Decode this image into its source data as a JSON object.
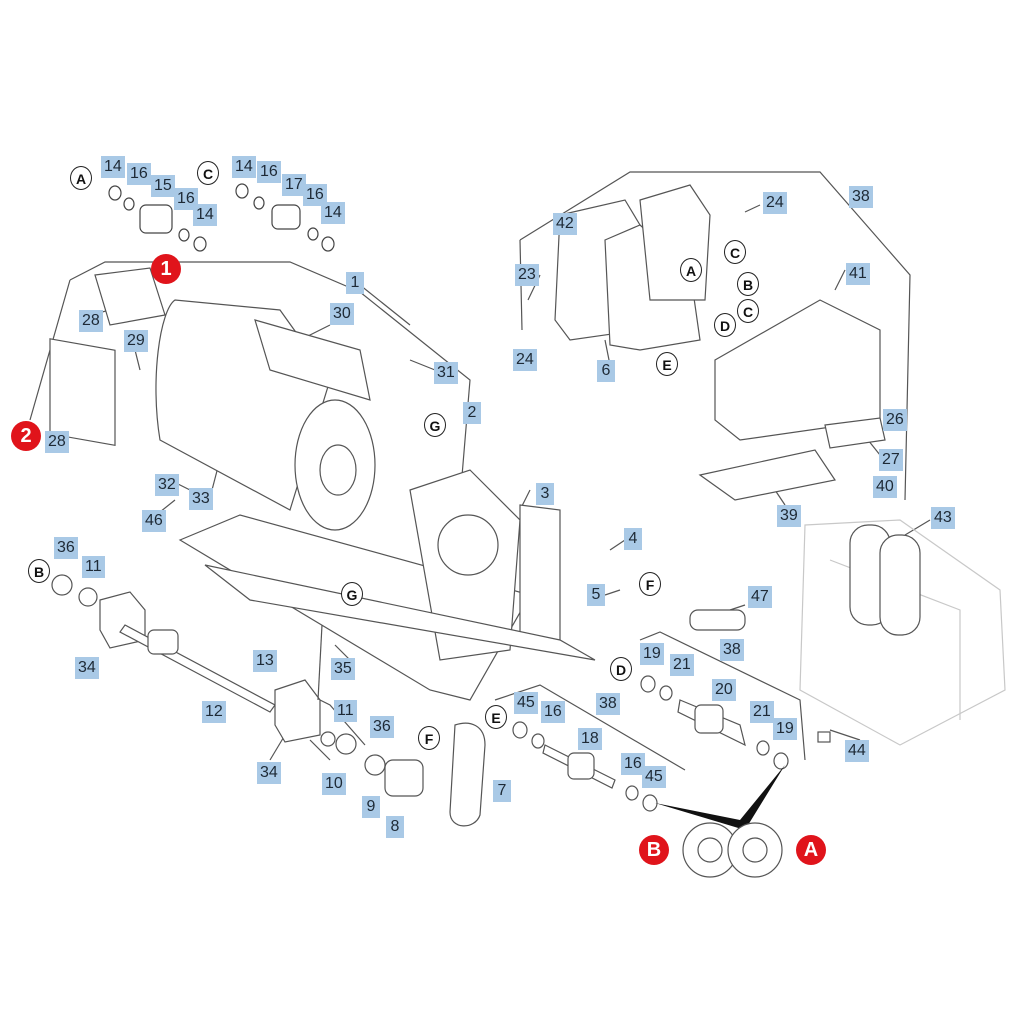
{
  "colors": {
    "label_bg": "#a9c9e6",
    "line": "#555555",
    "accent_red": "#e0141b"
  },
  "part_labels": [
    "14",
    "16",
    "15",
    "16",
    "14",
    "14",
    "16",
    "17",
    "16",
    "14",
    "24",
    "38",
    "42",
    "23",
    "41",
    "24",
    "6",
    "26",
    "27",
    "40",
    "39",
    "1",
    "30",
    "31",
    "2",
    "28",
    "29",
    "28",
    "32",
    "33",
    "46",
    "3",
    "4",
    "5",
    "43",
    "36",
    "11",
    "34",
    "13",
    "35",
    "12",
    "47",
    "38",
    "19",
    "21",
    "20",
    "44",
    "45",
    "16",
    "38",
    "18",
    "11",
    "36",
    "34",
    "10",
    "9",
    "8",
    "7",
    "16",
    "45",
    "21",
    "19"
  ],
  "letter_callouts": [
    "A",
    "C",
    "C",
    "B",
    "C",
    "A",
    "D",
    "E",
    "G",
    "G",
    "B",
    "F",
    "D",
    "E",
    "F"
  ],
  "view_markers": [
    "1",
    "2",
    "B",
    "A"
  ]
}
